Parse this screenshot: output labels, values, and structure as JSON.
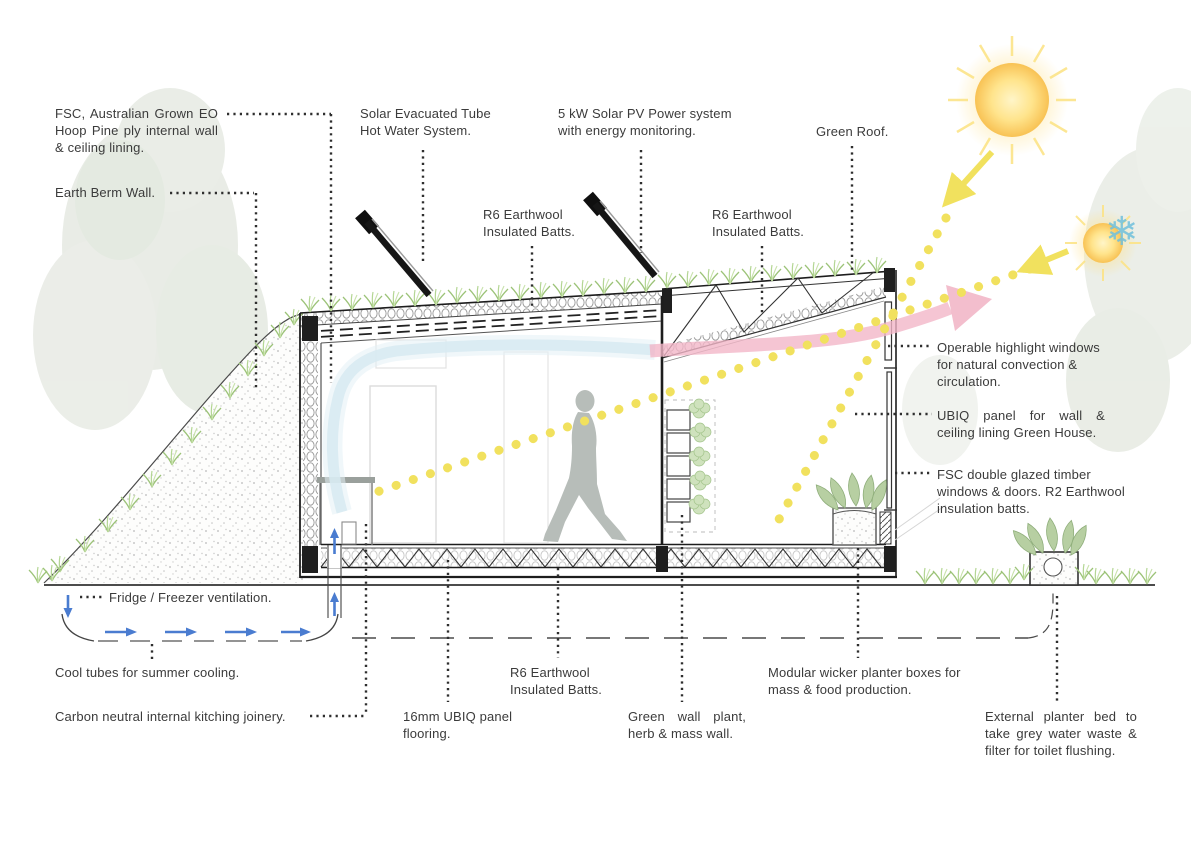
{
  "diagram": {
    "type": "architectural-section-diagram",
    "labels": {
      "fsc_ply": "FSC, Australian Grown EO Hoop Pine ply internal wall & ceiling lining.",
      "earth_berm": "Earth Berm Wall.",
      "solar_hot_water": "Solar Evacuated Tube Hot Water System.",
      "solar_pv": "5 kW Solar PV Power system with energy monitoring.",
      "green_roof": "Green Roof.",
      "r6_roof_left": "R6 Earthwool Insulated Batts.",
      "r6_roof_right": "R6 Earthwool Insulated Batts.",
      "operable_windows": "Operable highlight windows for natural convection & circulation.",
      "ubiq_greenhouse": "UBIQ panel for wall & ceiling lining Green House.",
      "fsc_glazing": "FSC double glazed timber windows & doors. R2 Earthwool insulation batts.",
      "fridge_vent": "Fridge / Freezer ventilation.",
      "cool_tubes": "Cool tubes for summer cooling.",
      "kitchen_joinery": "Carbon neutral internal kitching joinery.",
      "ubiq_flooring": "16mm UBIQ panel flooring.",
      "r6_floor": "R6 Earthwool Insulated Batts.",
      "green_wall": "Green wall plant, herb & mass wall.",
      "wicker_planters": "Modular wicker planter boxes for mass & food production.",
      "external_planter": "External planter bed to take grey water waste & filter for toilet flushing."
    },
    "icons": {
      "summer_sun": "summer-sun-icon",
      "winter_sun": "winter-sun-icon",
      "snowflake_glyph": "❄"
    },
    "colors": {
      "text": "#3b3b3b",
      "line": "#1d1d1d",
      "sun_core": "#fed76a",
      "ray_yellow": "#f1e15e",
      "warm_air_pink": "#f2b7c8",
      "cool_air_blue": "#d7eaf1",
      "arrow_blue": "#4a7cd0",
      "grass_green": "#9cc378",
      "silhouette_grey": "#b7bdb9"
    }
  }
}
